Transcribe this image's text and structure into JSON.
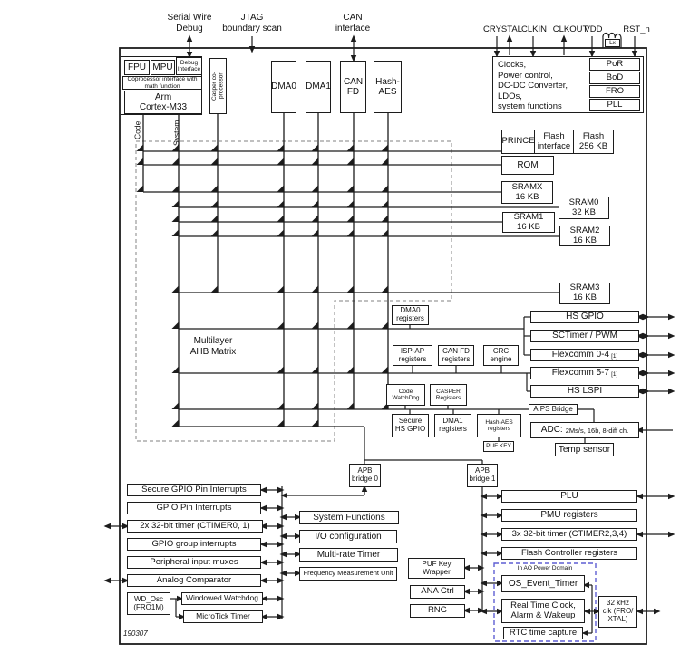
{
  "top": {
    "serial_wire_debug": "Serial Wire\nDebug",
    "jtag": "JTAG\nboundary scan",
    "can_interface": "CAN\ninterface",
    "crystal": "CRYSTAL",
    "clkin": "CLKIN",
    "clkout": "CLKOUT",
    "vdd": "VDD",
    "rst_n": "RST_n",
    "lx": "Lx"
  },
  "cpu": {
    "fpu": "FPU",
    "mpu": "MPU",
    "debug_interface": "Debug\nInterface",
    "coprocessor": "Coprocessor interface with\nmath function",
    "core": "Arm\nCortex-M33",
    "casper": "Casper co-processor",
    "code_bus": "Code",
    "system_bus": "System"
  },
  "masters": {
    "dma0": "DMA0",
    "dma1": "DMA1",
    "can_fd": "CAN\nFD",
    "hash_aes": "Hash-\nAES"
  },
  "clocks": {
    "body": "Clocks,\nPower control,\nDC-DC Converter,\nLDOs,\nsystem functions",
    "por": "PoR",
    "bod": "BoD",
    "fro": "FRO",
    "pll": "PLL"
  },
  "memory": {
    "prince": "PRINCE",
    "flash_interface": "Flash\ninterface",
    "flash": "Flash\n256 KB",
    "rom": "ROM",
    "sramx": "SRAMX\n16 KB",
    "sram0": "SRAM0\n32 KB",
    "sram1": "SRAM1\n16 KB",
    "sram2": "SRAM2\n16 KB",
    "sram3": "SRAM3\n16 KB"
  },
  "matrix": {
    "label": "Multilayer\nAHB Matrix"
  },
  "mid": {
    "dma0_regs": "DMA0\nregisters",
    "isp_ap_regs": "ISP-AP\nregisters",
    "can_fd_regs": "CAN FD\nregisters",
    "crc_engine": "CRC\nengine",
    "code_watchdog": "Code\nWatchDog",
    "casper_regs": "CASPER\nRegisters",
    "secure_hs_gpio": "Secure\nHS GPIO",
    "dma1_regs": "DMA1\nregisters",
    "hash_aes_regs": "Hash-AES\nregisters",
    "puf_key": "PUF KEY",
    "apb0": "APB\nbridge 0",
    "apb1": "APB\nbridge 1"
  },
  "right_periph": {
    "hs_gpio": "HS GPIO",
    "sctimer_pwm": "SCTimer / PWM",
    "flexcomm_0_4": "Flexcomm 0-4",
    "flexcomm_5_7": "Flexcomm 5-7",
    "footnote_ref": "[1]",
    "hs_lspi": "HS LSPI",
    "aips_bridge": "AIPS Bridge",
    "adc_label": "ADC:",
    "adc_specs": "2Ms/s, 16b, 8-diff ch.",
    "temp_sensor": "Temp sensor"
  },
  "left_col": {
    "secure_gpio_pin_int": "Secure GPIO Pin Interrupts",
    "gpio_pin_int": "GPIO Pin Interrupts",
    "ctimer01": "2x 32-bit timer (CTIMER0, 1)",
    "gpio_group_int": "GPIO group interrupts",
    "periph_input_muxes": "Peripheral input muxes",
    "analog_comparator": "Analog Comparator",
    "wd_osc": "WD_Osc\n(FRO1M)",
    "windowed_watchdog": "Windowed Watchdog",
    "microtick_timer": "MicroTick Timer"
  },
  "mid_col": {
    "system_functions": "System Functions",
    "io_configuration": "I/O configuration",
    "multirate_timer": "Multi-rate Timer",
    "freq_measurement_unit": "Frequency Measurement Unit",
    "puf_key_wrapper": "PUF Key\nWrapper",
    "ana_ctrl": "ANA Ctrl",
    "rng": "RNG"
  },
  "right_col": {
    "plu": "PLU",
    "pmu_registers": "PMU registers",
    "ctimer234": "3x 32-bit timer (CTIMER2,3,4)",
    "flash_controller_regs": "Flash Controller registers",
    "ao_domain_label": "In AO Power Domain",
    "os_event_timer": "OS_Event_Timer",
    "rtc": "Real Time Clock,\nAlarm & Wakeup",
    "rtc_time_capture": "RTC time capture",
    "clk_32k": "32 kHz\nclk (FRO/\nXTAL)"
  },
  "footer": {
    "drawing_number": "190307"
  },
  "colors": {
    "line": "#1c1c1c",
    "ao_dash": "#5f5fd3",
    "matrix_dash": "#9a9a9a"
  }
}
